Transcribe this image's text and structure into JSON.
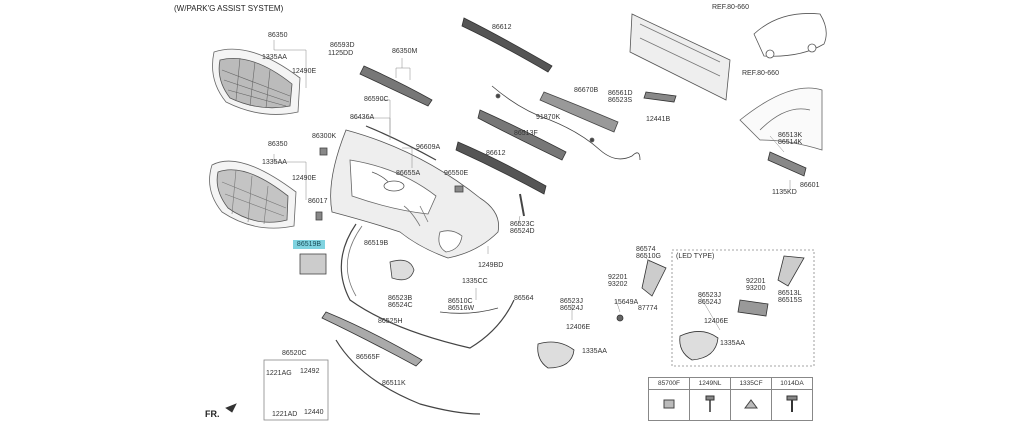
{
  "title": "(W/PARK'G ASSIST SYSTEM)",
  "direction_label": "FR.",
  "led_type_title": "(LED TYPE)",
  "highlighted_part": "86519B",
  "parts": {
    "p86350_a": "86350",
    "p1335AA_a": "1335AA",
    "p12490E_a": "12490E",
    "p86350_b": "86350",
    "p1335AA_b": "1335AA",
    "p12490E_b": "12490E",
    "p86017": "86017",
    "p86593D": "86593D",
    "p1125DD": "1125DD",
    "p86350M": "86350M",
    "p86590C": "86590C",
    "p86436A": "86436A",
    "p86300K": "86300K",
    "p96609A": "96609A",
    "p86655A": "86655A",
    "p96550E": "96550E",
    "p86519B": "86519B",
    "p1249BD": "1249BD",
    "p1335CC": "1335CC",
    "p86523B": "86523B",
    "p86524C": "86524C",
    "p86510C": "86510C",
    "p86516W": "86516W",
    "p86564": "86564",
    "p86525H": "86525H",
    "p86565F": "86565F",
    "p86511K": "86511K",
    "p86520C": "86520C",
    "p1221AG": "1221AG",
    "p12492": "12492",
    "p1221AD": "1221AD",
    "p12440": "12440",
    "p86612_a": "86612",
    "p86612_b": "86612",
    "p91870K": "91870K",
    "p86513F": "86513F",
    "p86670B": "86670B",
    "p86561D": "86561D",
    "p86523S": "86523S",
    "p12441B": "12441B",
    "p86523C": "86523C",
    "p86524D": "86524D",
    "pREF1": "REF.80-660",
    "pREF2": "REF.80-660",
    "p86513K": "86513K",
    "p86514K": "86514K",
    "p86601": "86601",
    "p1135KD": "1135KD",
    "p86574": "86574",
    "p86510G": "86510G",
    "p92201_a": "92201",
    "p93202": "93202",
    "p15649A": "15649A",
    "p87774": "87774",
    "p86523J_a": "86523J",
    "p86524J_a": "86524J",
    "p12406E_a": "12406E",
    "p1335AA_c": "1335AA",
    "p86523J_b": "86523J",
    "p86524J_b": "86524J",
    "p12406E_b": "12406E",
    "p1335AA_d": "1335AA",
    "p92201_b": "92201",
    "p93200": "93200",
    "p86513L": "86513L",
    "p86515S": "86515S"
  },
  "legend": {
    "c1": "85700F",
    "c2": "1249NL",
    "c3": "1335CF",
    "c4": "1014DA"
  }
}
